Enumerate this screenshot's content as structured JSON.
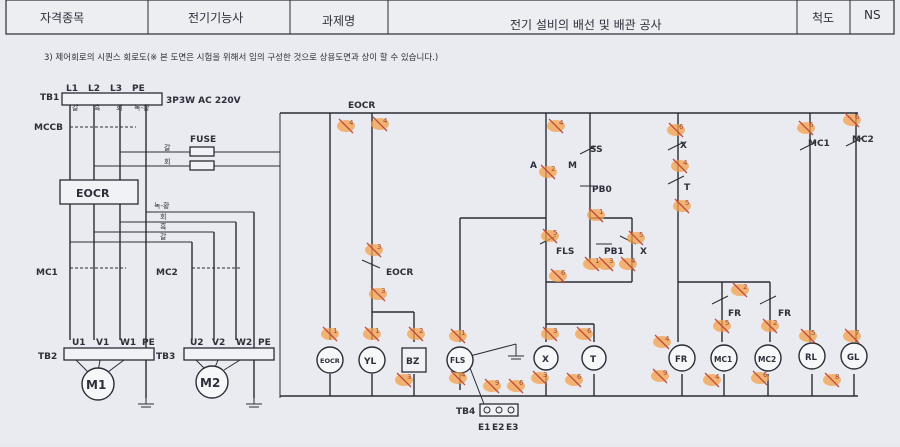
{
  "header": {
    "subject_label": "자격종목",
    "subject_value": "전기기능사",
    "task_label": "과제명",
    "task_value": "전기 설비의 배선 및 배관 공사",
    "scale_label": "척도",
    "scale_value": "NS"
  },
  "note": "3) 제어회로의 시퀀스 회로도(※ 본 도면은 시험을 위해서 임의 구성한 것으로 상용도면과 상이 할 수 있습니다.)",
  "power": {
    "tb1": "TB1",
    "phases": [
      "L1",
      "L2",
      "L3",
      "PE"
    ],
    "supply": "3P3W AC 220V",
    "wire_colors": [
      "갈",
      "흑",
      "회",
      "녹-황"
    ],
    "mccb": "MCCB",
    "fuse": "FUSE",
    "fuse_colors": [
      "갈",
      "회"
    ],
    "eocr": "EOCR",
    "bus_colors": [
      "녹-황",
      "회",
      "흑",
      "갈"
    ],
    "mc1": "MC1",
    "mc2": "MC2",
    "tb2_terms": [
      "U1",
      "V1",
      "W1",
      "PE"
    ],
    "tb3_terms": [
      "U2",
      "V2",
      "W2",
      "PE"
    ],
    "tb2": "TB2",
    "tb3": "TB3",
    "motor1": "M1",
    "motor2": "M2"
  },
  "control": {
    "eocr_contact": "EOCR",
    "eocr_coil_contact": "EOCR",
    "lamps": [
      "EOCR",
      "YL",
      "BZ",
      "FLS",
      "X",
      "T",
      "FR",
      "MC1",
      "MC2",
      "RL",
      "GL"
    ],
    "contacts": {
      "a": "A",
      "m": "M",
      "ss": "SS",
      "pb0": "PB0",
      "fls": "FLS",
      "pb1": "PB1",
      "x1": "X",
      "x2": "X",
      "t": "T",
      "fr1": "FR",
      "fr2": "FR",
      "mc1": "MC1",
      "mc2": "MC2"
    },
    "tb4": "TB4",
    "tb4_terms": [
      "E1",
      "E2",
      "E3"
    ]
  },
  "markup_numbers": [
    "4",
    "4",
    "3",
    "3",
    "2",
    "1",
    "1",
    "1",
    "3",
    "4",
    "4",
    "2",
    "1",
    "5",
    "6",
    "3",
    "5",
    "1",
    "4",
    "3",
    "6",
    "3",
    "6",
    "4",
    "5",
    "4",
    "4",
    "2",
    "5",
    "2",
    "6",
    "6",
    "6",
    "5",
    "7",
    "8",
    "9",
    "6",
    "6",
    "9"
  ]
}
